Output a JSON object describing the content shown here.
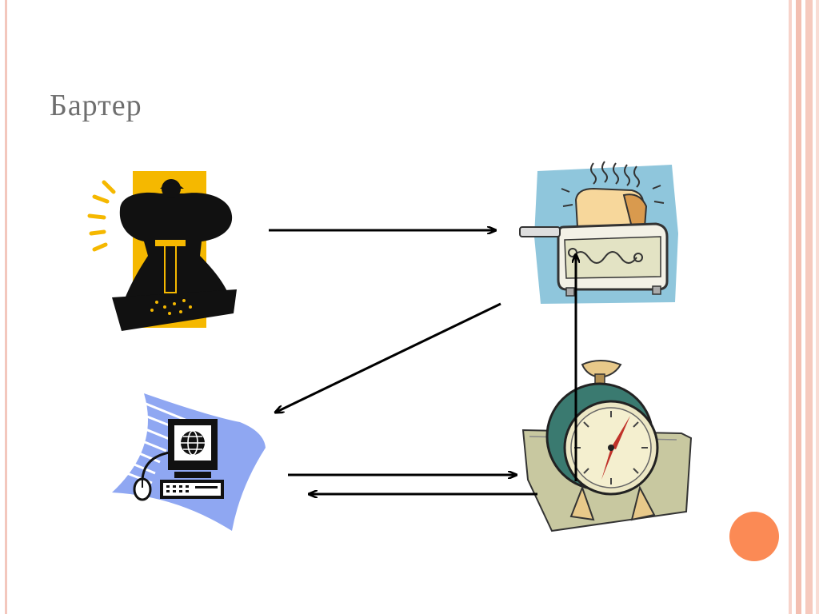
{
  "slide": {
    "title": "Бартер"
  },
  "diagram": {
    "nodes": [
      {
        "id": "worker",
        "icon": "jackhammer-worker-icon"
      },
      {
        "id": "toaster",
        "icon": "toaster-icon"
      },
      {
        "id": "computer",
        "icon": "computer-icon"
      },
      {
        "id": "clock",
        "icon": "alarm-clock-icon"
      }
    ],
    "edges": [
      {
        "from": "worker",
        "to": "toaster"
      },
      {
        "from": "toaster",
        "to": "computer"
      },
      {
        "from": "computer",
        "to": "clock"
      },
      {
        "from": "clock",
        "to": "computer"
      },
      {
        "from": "clock",
        "to": "toaster"
      }
    ]
  },
  "colors": {
    "title": "#6e6e6e",
    "border": "#f3c7bd",
    "accent_circle": "#fb8a55",
    "arrow": "#000000"
  }
}
